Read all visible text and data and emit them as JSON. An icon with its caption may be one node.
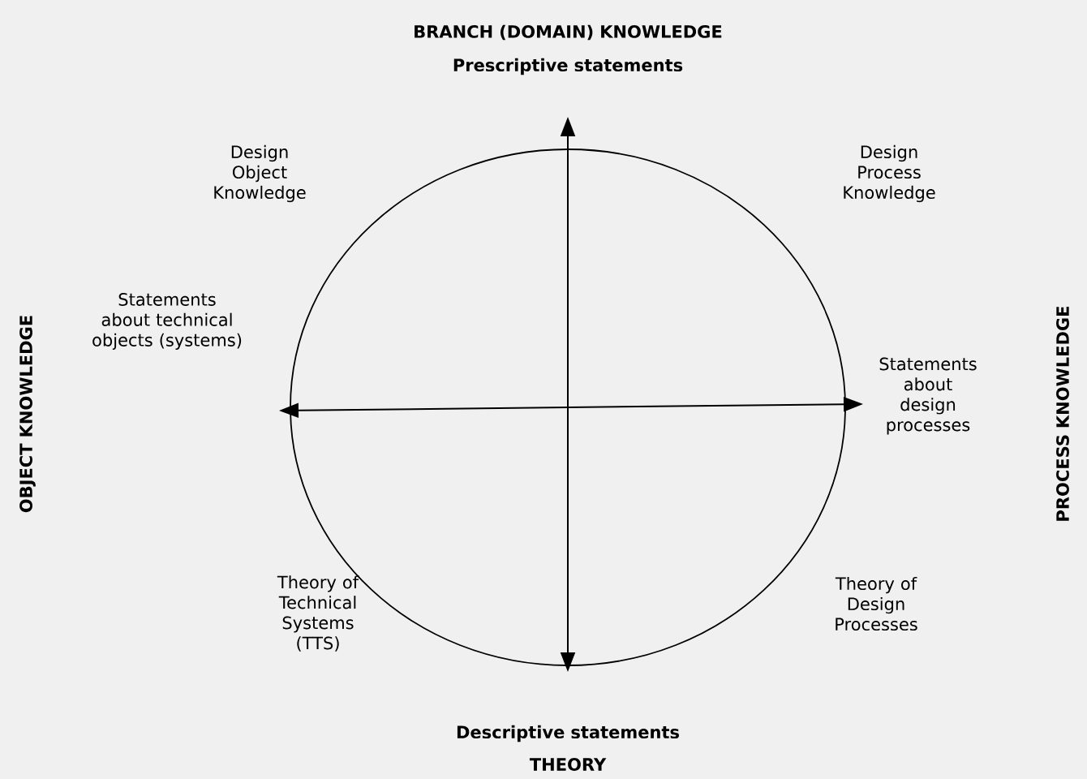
{
  "diagram": {
    "labels": [
      "BRANCH (DOMAIN) KNOWLEDGE",
      "Prescriptive statements",
      "Design Object Knowledge",
      "Design Process Knowledge",
      "OBJECT KNOWLEDGE",
      "Statements about technical objects (systems)",
      "Statements about design processes",
      "PROCESS KNOWLEDGE",
      "Theory of Technical Systems (TTS)",
      "Theory of Design Processes",
      "Descriptive statements",
      "THEORY"
    ]
  }
}
